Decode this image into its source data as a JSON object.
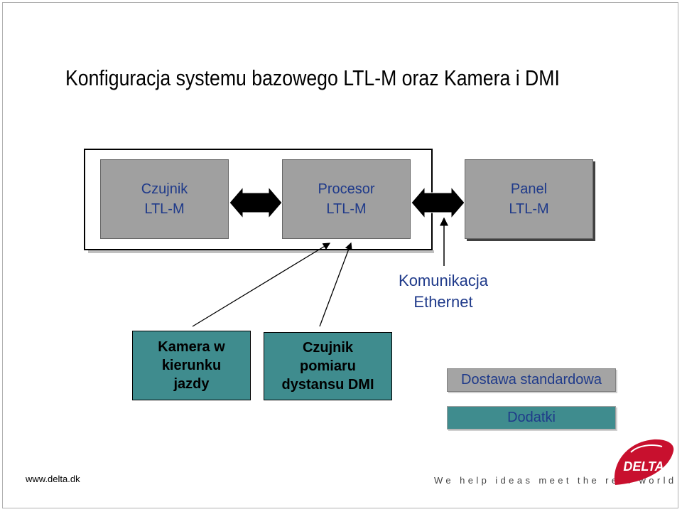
{
  "title": "Konfiguracja systemu bazowego LTL-M oraz Kamera i DMI",
  "blocks": {
    "czujnik": "Czujnik\nLTL-M",
    "procesor": "Procesor\nLTL-M",
    "panel": "Panel\nLTL-M",
    "kamera": "Kamera w\nkierunku\njazdy",
    "dmi": "Czujnik\npomiaru\ndystansu DMI"
  },
  "ethernet_label": "Komunikacja\nEthernet",
  "legend": {
    "standard": "Dostawa standardowa",
    "addons": "Dodatki"
  },
  "footer": {
    "website": "www.delta.dk",
    "tagline": "We help ideas meet the real world",
    "logo_text": "DELTA"
  },
  "colors": {
    "standard_gray": "#a0a0a0",
    "addon_teal": "#3f8c8e",
    "label_blue": "#1f3a8a",
    "logo_red": "#c8102e"
  }
}
